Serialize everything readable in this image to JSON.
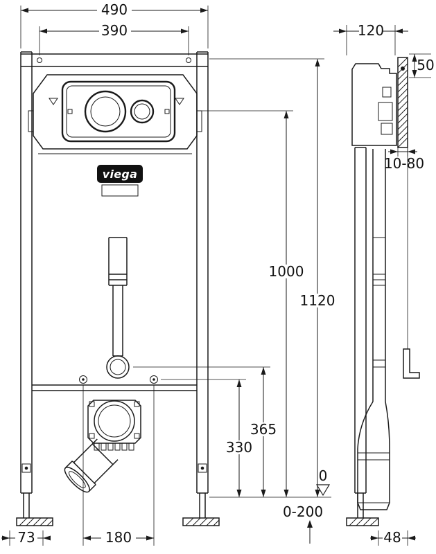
{
  "brand_logo": "viega",
  "dimensions": {
    "overall_width": "490",
    "top_hole_spacing": "390",
    "frame_depth": "120",
    "top_offset": "50",
    "plate_adjust": "10-80",
    "flush_plate_height": "1000",
    "frame_height": "1120",
    "connection_height": "365",
    "fixing_height": "330",
    "floor_level": "0",
    "floor_range": "0-200",
    "outlet_side_offset": "73",
    "fixing_spacing": "180",
    "side_offset": "48"
  }
}
